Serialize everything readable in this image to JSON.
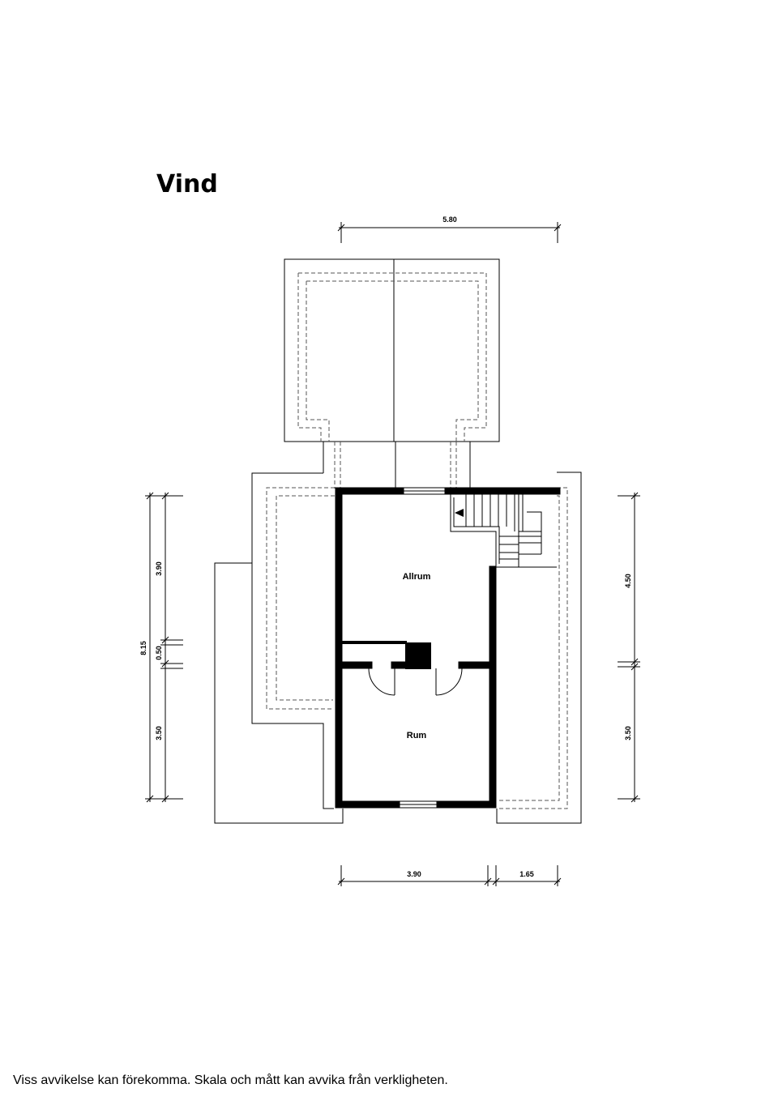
{
  "title": "Vind",
  "rooms": {
    "allrum": "Allrum",
    "rum": "Rum"
  },
  "dimensions": {
    "top_width": "5.80",
    "bottom_left_width": "3.90",
    "bottom_right_width": "1.65",
    "left_total": "8.15",
    "left_upper": "3.90",
    "left_middle": "0.50",
    "left_lower": "3.50",
    "right_upper": "4.50",
    "right_lower": "3.50"
  },
  "disclaimer": "Viss avvikelse kan förekomma. Skala och mått kan avvika från verkligheten."
}
